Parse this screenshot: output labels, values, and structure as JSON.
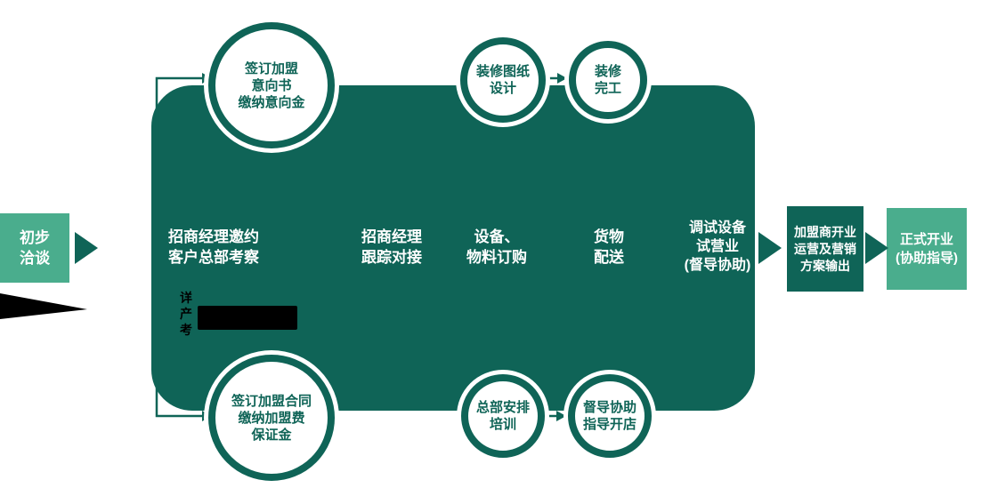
{
  "palette": {
    "dark_teal": "#0F6457",
    "light_green": "#4AAD8D",
    "white": "#FFFFFF",
    "black": "#000000"
  },
  "flow": {
    "initial_box": {
      "lines": [
        "初步",
        "洽谈"
      ]
    },
    "steps": [
      {
        "id": "invite",
        "lines": [
          "招商经理邀约",
          "客户总部考察"
        ]
      },
      {
        "id": "follow",
        "lines": [
          "招商经理",
          "跟踪对接"
        ]
      },
      {
        "id": "equipment",
        "lines": [
          "设备、",
          "物料订购"
        ]
      },
      {
        "id": "delivery",
        "lines": [
          "货物",
          "配送"
        ]
      },
      {
        "id": "trial",
        "lines": [
          "调试设备",
          "试营业",
          "(督导协助)"
        ]
      }
    ],
    "circles_top": [
      {
        "id": "intention-agreement",
        "lines": [
          "签订加盟",
          "意向书",
          "缴纳意向金"
        ]
      },
      {
        "id": "design",
        "lines": [
          "装修图纸",
          "设计"
        ]
      },
      {
        "id": "renovation-done",
        "lines": [
          "装修",
          "完工"
        ]
      }
    ],
    "circles_bottom": [
      {
        "id": "franchise-contract",
        "lines": [
          "签订加盟合同",
          "缴纳加盟费",
          "保证金"
        ]
      },
      {
        "id": "training",
        "lines": [
          "总部安排",
          "培训"
        ]
      },
      {
        "id": "store-opening-help",
        "lines": [
          "督导协助",
          "指导开店"
        ]
      }
    ],
    "operate_box": {
      "lines": [
        "加盟商开业",
        "运营及营销",
        "方案输出"
      ]
    },
    "final_box": {
      "lines": [
        "正式开业",
        "(协助指导)"
      ]
    },
    "annotation": {
      "lines": [
        "详",
        "产",
        "考"
      ]
    }
  }
}
